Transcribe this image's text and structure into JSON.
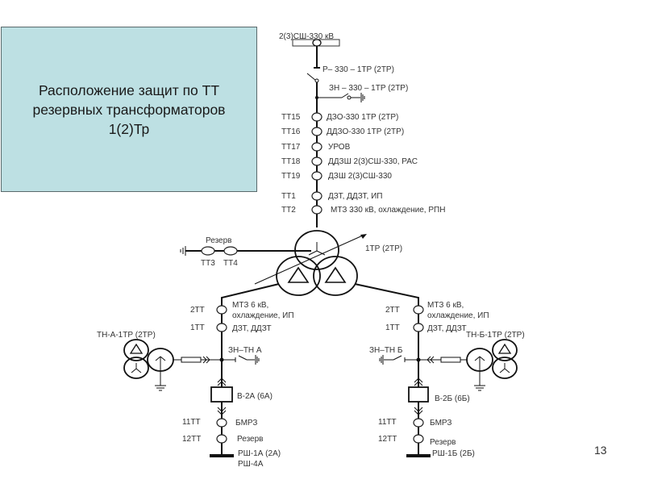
{
  "slide": {
    "title": "Расположение защит по ТТ\nрезервных трансформаторов\n1(2)Тр",
    "page_number": "13"
  },
  "diagram": {
    "busbar_330": "2(3)СШ-330 кВ",
    "disconnector_330": "Р– 330 – 1ТР (2ТР)",
    "earthing_330": "ЗН – 330 – 1ТР (2ТР)",
    "hv_cts": [
      {
        "name": "ТТ15",
        "function": "ДЗО-330 1ТР (2ТР)"
      },
      {
        "name": "ТТ16",
        "function": "ДДЗО-330 1ТР (2ТР)"
      },
      {
        "name": "ТТ17",
        "function": "УРОВ"
      },
      {
        "name": "ТТ18",
        "function": "ДДЗШ 2(3)СШ-330, РАС"
      },
      {
        "name": "ТТ19",
        "function": "ДЗШ 2(3)СШ-330"
      },
      {
        "name": "ТТ1",
        "function": "ДЗТ, ДДЗТ, ИП"
      },
      {
        "name": "ТТ2",
        "function": "МТЗ 330 кВ, охлаждение, РПН"
      }
    ],
    "transformer": "1ТР (2ТР)",
    "neutral": {
      "label": "Резерв",
      "ct_a": "ТТ3",
      "ct_b": "ТТ4"
    },
    "branch_a": {
      "ct_2": "2ТТ",
      "ct_2_function_line1": "МТЗ 6 кВ,",
      "ct_2_function_line2": "охлаждение, ИП",
      "ct_1": "1ТТ",
      "ct_1_function": "ДЗТ, ДДЗТ",
      "vt": "ТН-А-1ТР (2ТР)",
      "earthing": "ЗН–ТН А",
      "breaker": "В-2А (6А)",
      "ct_11": "11ТТ",
      "ct_11_function": "БМРЗ",
      "ct_12": "12ТТ",
      "ct_12_function": "Резерв",
      "bus_line1": "РШ-1А (2А)",
      "bus_line2": "РШ-4А"
    },
    "branch_b": {
      "ct_2": "2ТТ",
      "ct_2_function_line1": "МТЗ 6 кВ,",
      "ct_2_function_line2": "охлаждение, ИП",
      "ct_1": "1ТТ",
      "ct_1_function": "ДЗТ, ДДЗТ",
      "vt": "ТН-Б-1ТР (2ТР)",
      "earthing": "ЗН–ТН Б",
      "breaker": "В-2Б (6Б)",
      "ct_11": "11ТТ",
      "ct_11_function": "БМРЗ",
      "ct_12": "12ТТ",
      "ct_12_function": "Резерв",
      "bus_line1": "РШ-1Б (2Б)"
    }
  }
}
